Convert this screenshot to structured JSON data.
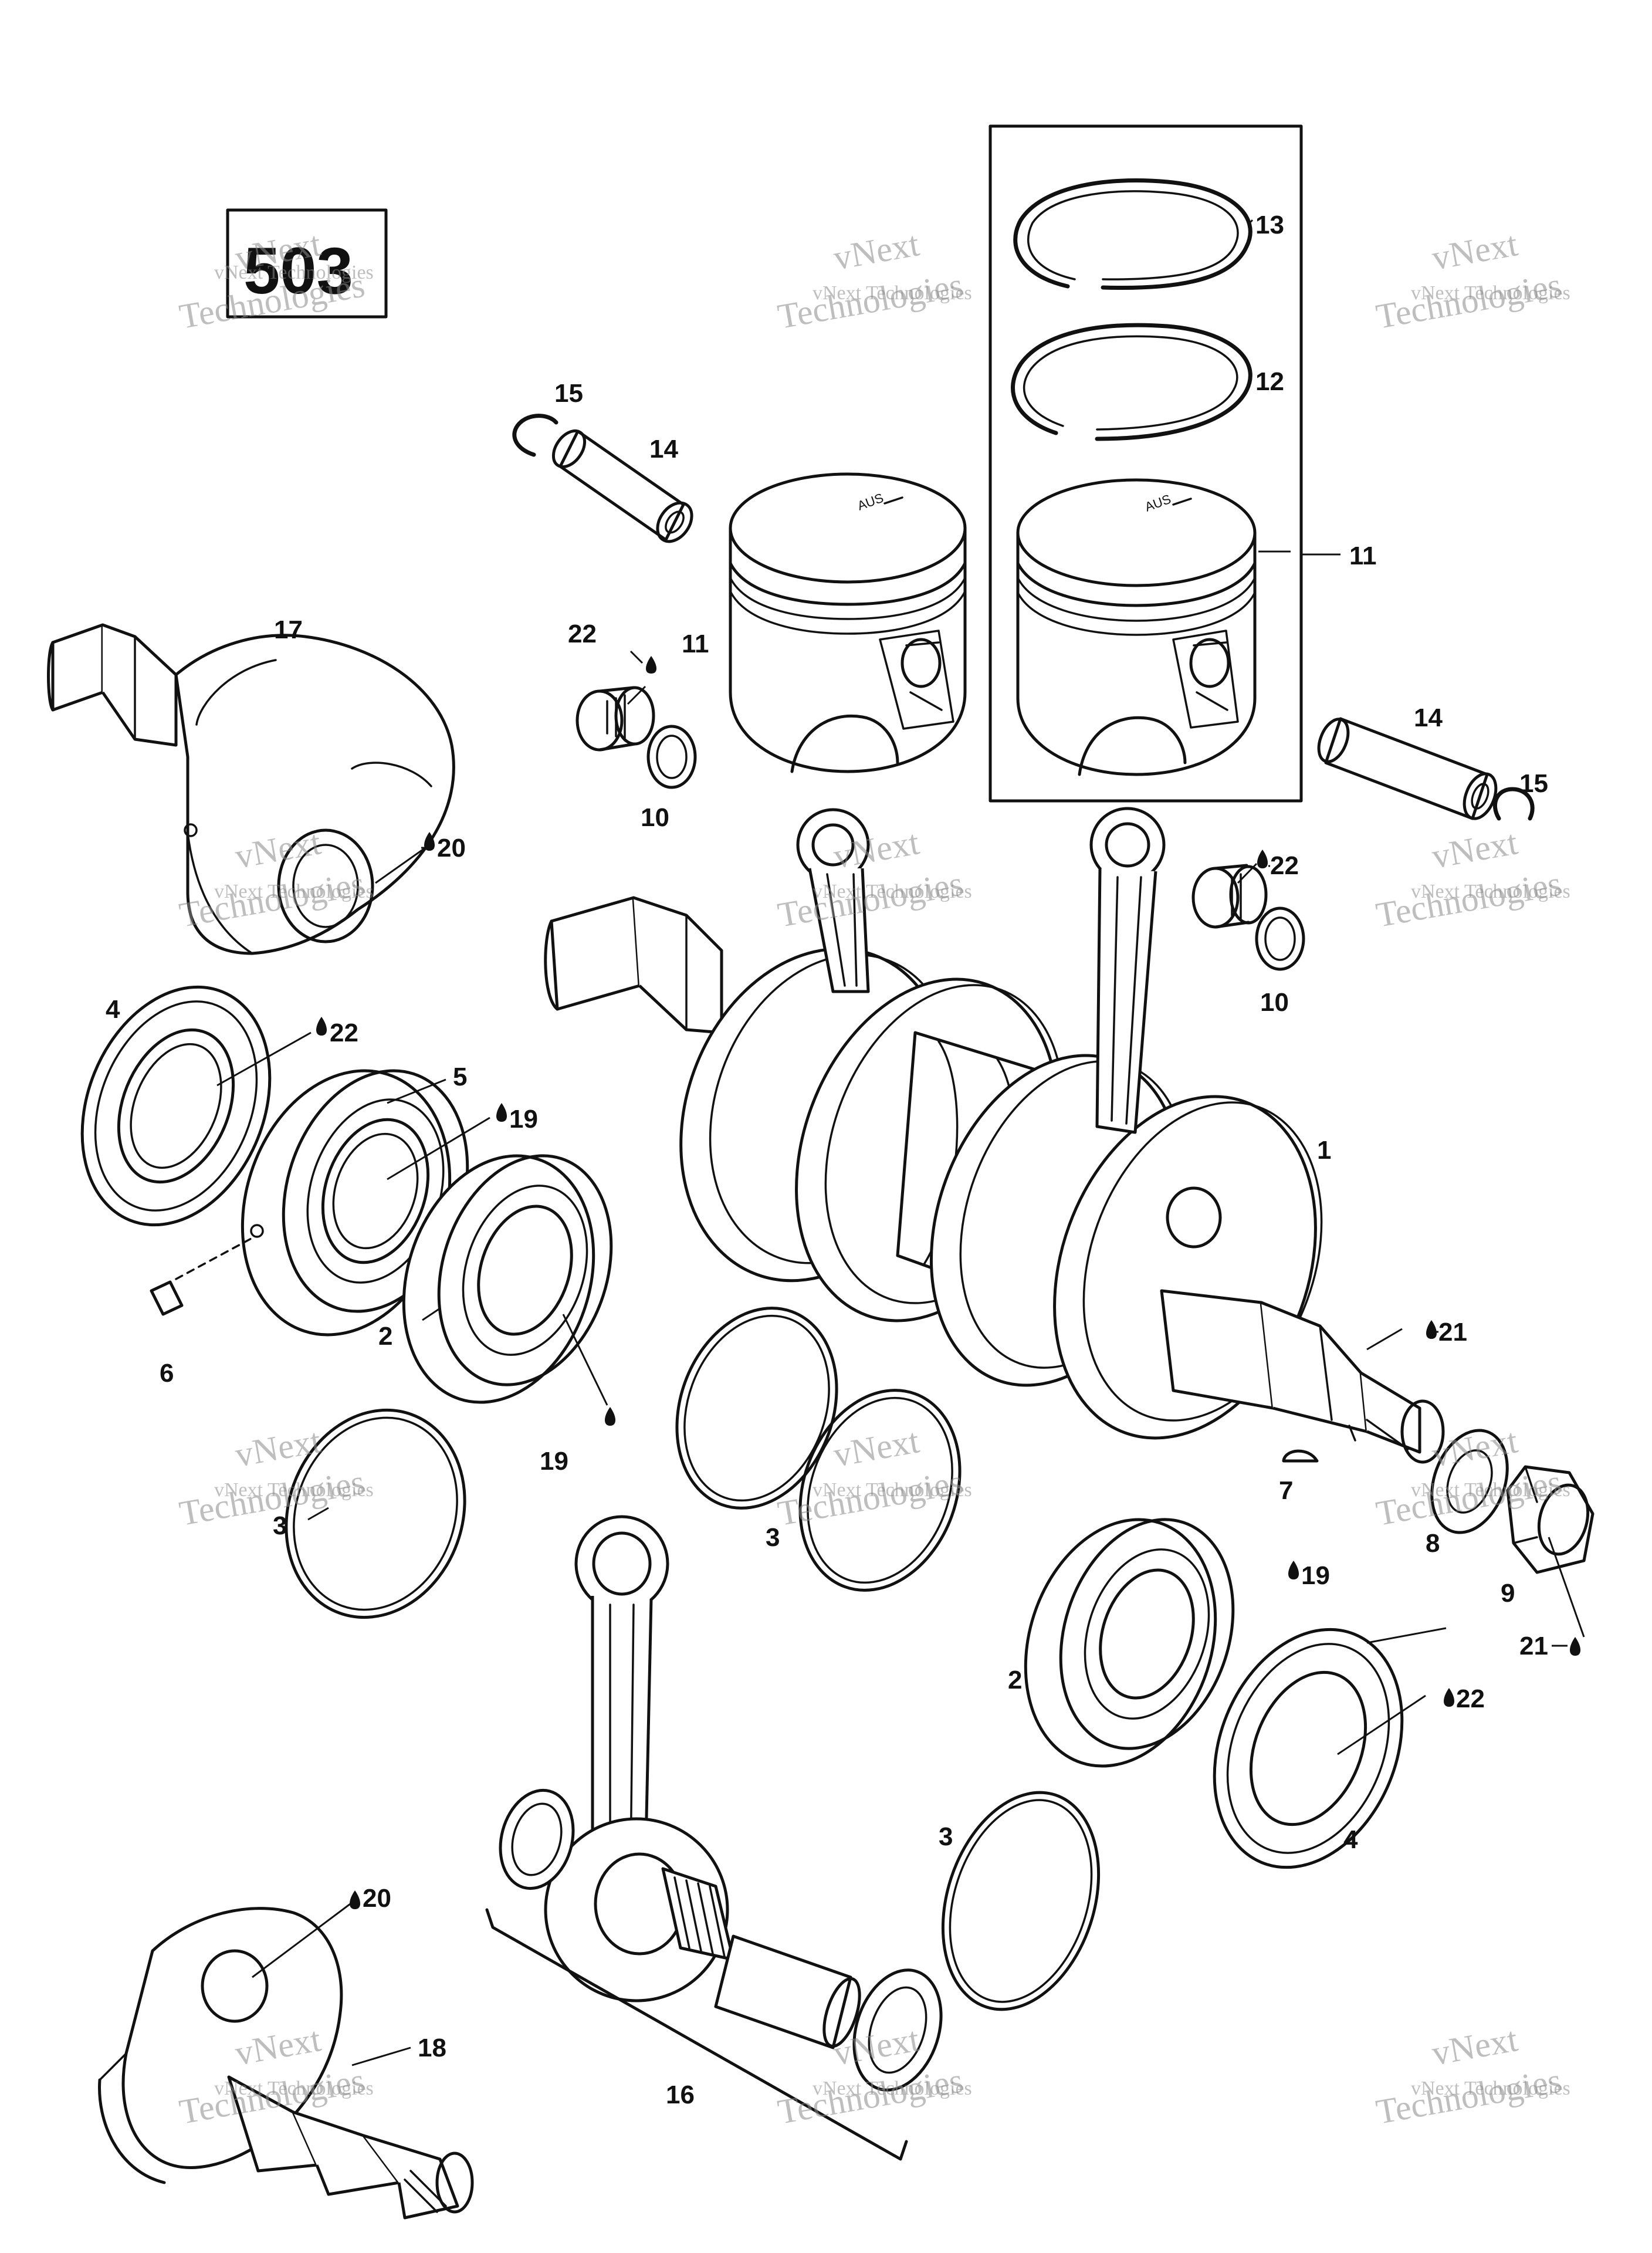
{
  "diagram": {
    "title": "503",
    "piston_mark": "AUS",
    "watermark": {
      "line1": "vNext",
      "line2": "Technologies",
      "subline": "vNext Technologies"
    },
    "callouts": [
      {
        "id": "c13",
        "text": "13"
      },
      {
        "id": "c12",
        "text": "12"
      },
      {
        "id": "c11a",
        "text": "11"
      },
      {
        "id": "c11b",
        "text": "11"
      },
      {
        "id": "c15a",
        "text": "15"
      },
      {
        "id": "c14a",
        "text": "14"
      },
      {
        "id": "c14b",
        "text": "14"
      },
      {
        "id": "c15b",
        "text": "15"
      },
      {
        "id": "c17",
        "text": "17"
      },
      {
        "id": "c22a",
        "text": "22"
      },
      {
        "id": "c10a",
        "text": "10"
      },
      {
        "id": "c20a",
        "text": "20"
      },
      {
        "id": "c22b",
        "text": "22"
      },
      {
        "id": "c10b",
        "text": "10"
      },
      {
        "id": "c4a",
        "text": "4"
      },
      {
        "id": "c22c",
        "text": "22"
      },
      {
        "id": "c5",
        "text": "5"
      },
      {
        "id": "c19a",
        "text": "19"
      },
      {
        "id": "c1",
        "text": "1"
      },
      {
        "id": "c6",
        "text": "6"
      },
      {
        "id": "c2a",
        "text": "2"
      },
      {
        "id": "c19b",
        "text": "19"
      },
      {
        "id": "c21a",
        "text": "21"
      },
      {
        "id": "c3a",
        "text": "3"
      },
      {
        "id": "c3b",
        "text": "3"
      },
      {
        "id": "c7",
        "text": "7"
      },
      {
        "id": "c8",
        "text": "8"
      },
      {
        "id": "c9",
        "text": "9"
      },
      {
        "id": "c19c",
        "text": "19"
      },
      {
        "id": "c21b",
        "text": "21"
      },
      {
        "id": "c2b",
        "text": "2"
      },
      {
        "id": "c22d",
        "text": "22"
      },
      {
        "id": "c4b",
        "text": "4"
      },
      {
        "id": "c3c",
        "text": "3"
      },
      {
        "id": "c20b",
        "text": "20"
      },
      {
        "id": "c18",
        "text": "18"
      },
      {
        "id": "c16",
        "text": "16"
      }
    ]
  }
}
